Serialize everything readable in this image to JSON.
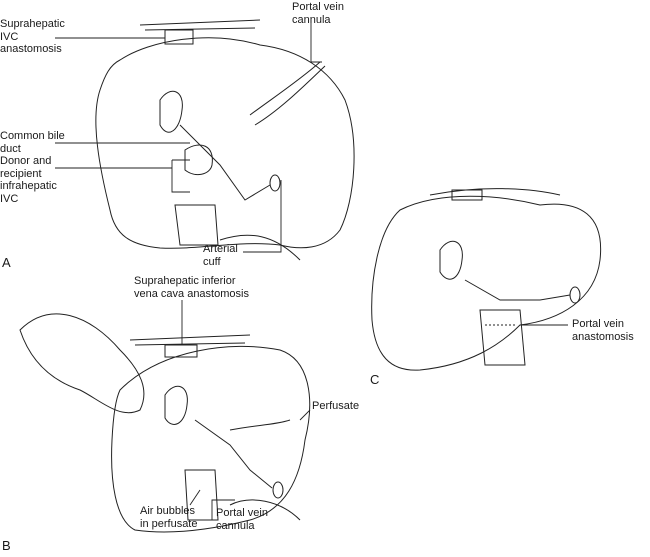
{
  "panels": {
    "a": "A",
    "b": "B",
    "c": "C"
  },
  "labels": {
    "a_suprahepatic_ivc": "Suprahepatic\nIVC\nanastomosis",
    "a_portal_vein_cannula": "Portal vein\ncannula",
    "a_common_bile_duct": "Common bile\nduct",
    "a_infrahepatic_ivc": "Donor and\nrecipient\ninfrahepatic\nIVC",
    "a_arterial_cuff": "Arterial\ncuff",
    "b_suprahepatic_ivc": "Suprahepatic inferior\nvena cava anastomosis",
    "b_perfusate": "Perfusate",
    "b_air_bubbles": "Air bubbles\nin perfusate",
    "b_portal_vein_cannula": "Portal vein\ncannula",
    "c_portal_vein_anastomosis": "Portal vein\nanastomosis"
  }
}
